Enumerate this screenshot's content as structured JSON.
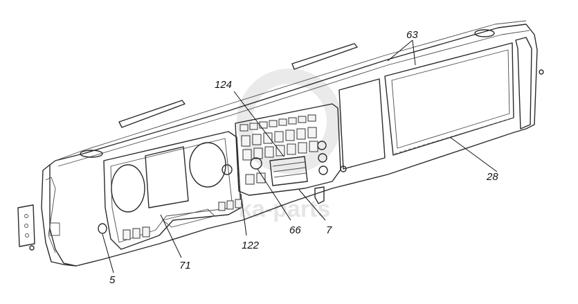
{
  "watermark": {
    "text": "ka-parts",
    "color": "#d0d0d0"
  },
  "callouts": [
    {
      "id": "63",
      "label": "63"
    },
    {
      "id": "124",
      "label": "124"
    },
    {
      "id": "28",
      "label": "28"
    },
    {
      "id": "66",
      "label": "66"
    },
    {
      "id": "7",
      "label": "7"
    },
    {
      "id": "122",
      "label": "122"
    },
    {
      "id": "71",
      "label": "71"
    },
    {
      "id": "5",
      "label": "5"
    }
  ],
  "icons": [
    "dashboard-assembly-drawing",
    "bracket-icon",
    "trim-strip-icon"
  ]
}
